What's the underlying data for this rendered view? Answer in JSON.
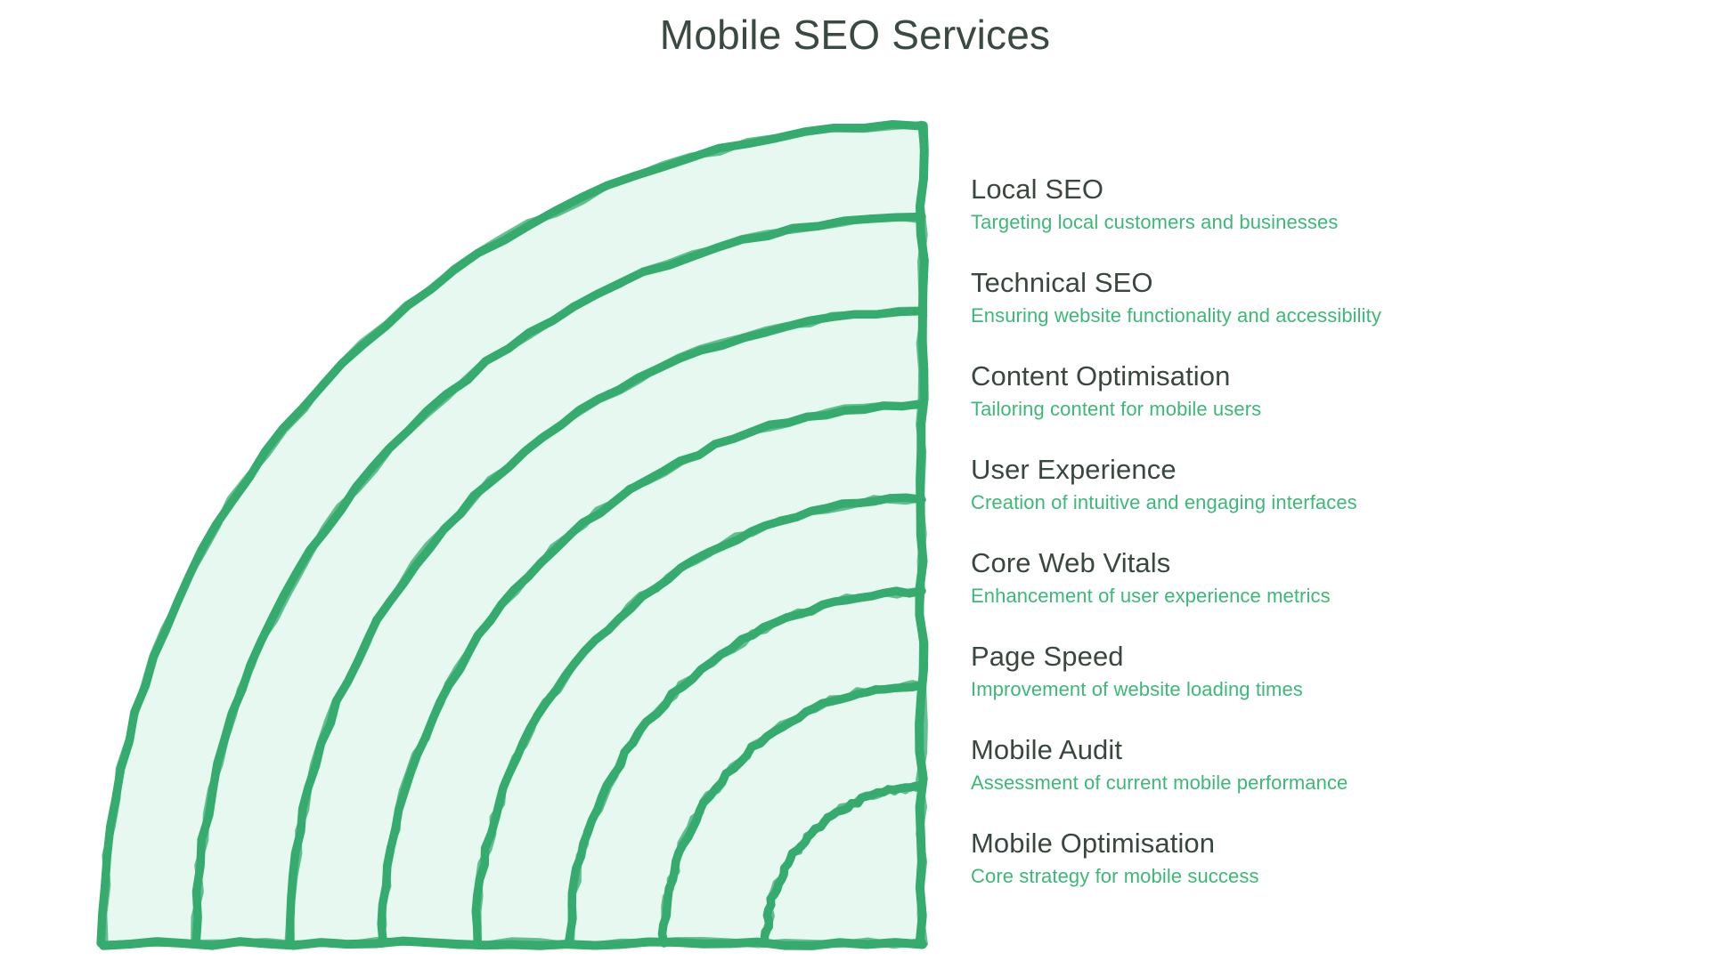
{
  "title": "Mobile SEO Services",
  "colors": {
    "background": "#ffffff",
    "title_text": "#3a4a41",
    "legend_label": "#39473f",
    "legend_desc": "#3cb878",
    "arc_stroke": "#35ab6e",
    "arc_fill": "#e6f8ef"
  },
  "legend": {
    "items": [
      {
        "label": "Local SEO",
        "desc": "Targeting local customers and businesses"
      },
      {
        "label": "Technical SEO",
        "desc": "Ensuring website functionality and accessibility"
      },
      {
        "label": "Content Optimisation",
        "desc": "Tailoring content for mobile users"
      },
      {
        "label": "User Experience",
        "desc": "Creation of intuitive and engaging interfaces"
      },
      {
        "label": "Core Web Vitals",
        "desc": "Enhancement of user experience metrics"
      },
      {
        "label": "Page Speed",
        "desc": "Improvement of website loading times"
      },
      {
        "label": "Mobile Audit",
        "desc": "Assessment of current mobile performance"
      },
      {
        "label": "Mobile Optimisation",
        "desc": "Core strategy for mobile success"
      }
    ]
  },
  "chart_data": {
    "type": "area",
    "title": "Mobile SEO Services",
    "subtype": "nested-quarter-arcs",
    "description": "Eight concentric quarter-circle bands centred at the bottom-right corner; outermost band is the first legend entry, innermost band is the last.",
    "center": {
      "x": 940,
      "y": 920
    },
    "orientation": "quarter-circle opening to the upper-left",
    "grid": false,
    "legend_position": "right",
    "categories": [
      "Local SEO",
      "Technical SEO",
      "Content Optimisation",
      "User Experience",
      "Core Web Vitals",
      "Page Speed",
      "Mobile Audit",
      "Mobile Optimisation"
    ],
    "values": [
      8,
      7,
      6,
      5,
      4,
      3,
      2,
      1
    ],
    "radii": [
      920,
      815,
      710,
      605,
      500,
      395,
      290,
      175
    ],
    "xlabel": "",
    "ylabel": "",
    "ylim": [
      0,
      8
    ]
  }
}
